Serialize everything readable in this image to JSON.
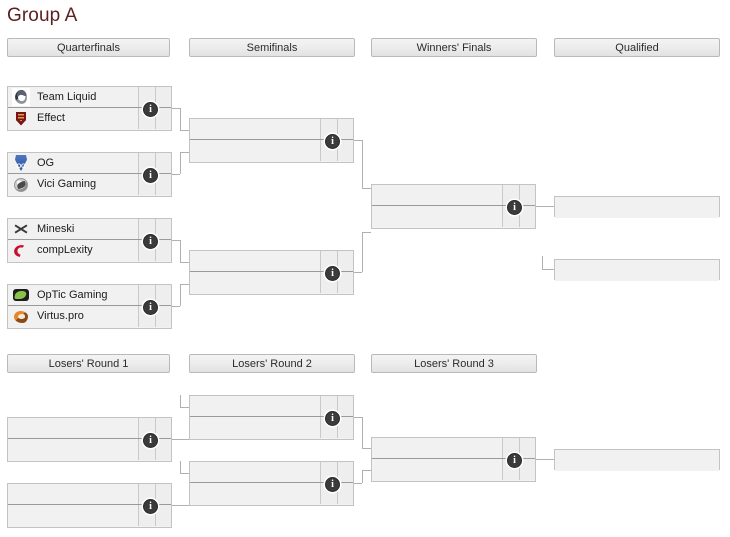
{
  "page": {
    "title": "Group A",
    "title_color": "#5c1f1f"
  },
  "upper_bracket": {
    "headers": [
      {
        "label": "Quarterfinals"
      },
      {
        "label": "Semifinals"
      },
      {
        "label": "Winners' Finals"
      },
      {
        "label": "Qualified"
      }
    ],
    "quarterfinals": [
      {
        "name": "quarterfinal-1",
        "opponents": [
          {
            "team": "Team Liquid",
            "logo": "team-liquid-logo",
            "score": ""
          },
          {
            "team": "Effect",
            "logo": "effect-logo",
            "score": ""
          }
        ]
      },
      {
        "name": "quarterfinal-2",
        "opponents": [
          {
            "team": "OG",
            "logo": "og-logo",
            "score": ""
          },
          {
            "team": "Vici Gaming",
            "logo": "vici-gaming-logo",
            "score": ""
          }
        ]
      },
      {
        "name": "quarterfinal-3",
        "opponents": [
          {
            "team": "Mineski",
            "logo": "mineski-logo",
            "score": ""
          },
          {
            "team": "compLexity",
            "logo": "complexity-logo",
            "score": ""
          }
        ]
      },
      {
        "name": "quarterfinal-4",
        "opponents": [
          {
            "team": "OpTic Gaming",
            "logo": "optic-gaming-logo",
            "score": ""
          },
          {
            "team": "Virtus.pro",
            "logo": "virtus-pro-logo",
            "score": ""
          }
        ]
      }
    ],
    "semifinals": [
      {
        "name": "semifinal-1",
        "opponents": [
          {
            "team": "",
            "logo": "",
            "score": ""
          },
          {
            "team": "",
            "logo": "",
            "score": ""
          }
        ]
      },
      {
        "name": "semifinal-2",
        "opponents": [
          {
            "team": "",
            "logo": "",
            "score": ""
          },
          {
            "team": "",
            "logo": "",
            "score": ""
          }
        ]
      }
    ],
    "winners_finals": [
      {
        "name": "winners-final",
        "opponents": [
          {
            "team": "",
            "logo": "",
            "score": ""
          },
          {
            "team": "",
            "logo": "",
            "score": ""
          }
        ]
      }
    ],
    "qualified": [
      {
        "name": "qualified-slot-1",
        "team": ""
      },
      {
        "name": "qualified-slot-2",
        "team": ""
      }
    ]
  },
  "lower_bracket": {
    "headers": [
      {
        "label": "Losers' Round 1"
      },
      {
        "label": "Losers' Round 2"
      },
      {
        "label": "Losers' Round 3"
      }
    ],
    "losers_round_1": [
      {
        "name": "losers-r1-match-1",
        "opponents": [
          {
            "team": "",
            "logo": "",
            "score": ""
          },
          {
            "team": "",
            "logo": "",
            "score": ""
          }
        ]
      },
      {
        "name": "losers-r1-match-2",
        "opponents": [
          {
            "team": "",
            "logo": "",
            "score": ""
          },
          {
            "team": "",
            "logo": "",
            "score": ""
          }
        ]
      }
    ],
    "losers_round_2": [
      {
        "name": "losers-r2-match-1",
        "opponents": [
          {
            "team": "",
            "logo": "",
            "score": ""
          },
          {
            "team": "",
            "logo": "",
            "score": ""
          }
        ]
      },
      {
        "name": "losers-r2-match-2",
        "opponents": [
          {
            "team": "",
            "logo": "",
            "score": ""
          },
          {
            "team": "",
            "logo": "",
            "score": ""
          }
        ]
      }
    ],
    "losers_round_3": [
      {
        "name": "losers-r3-match-1",
        "opponents": [
          {
            "team": "",
            "logo": "",
            "score": ""
          },
          {
            "team": "",
            "logo": "",
            "score": ""
          }
        ]
      }
    ]
  },
  "icons": {
    "info": "info-icon",
    "info_glyph": "i"
  },
  "colors": {
    "box_border": "#c3c3c3",
    "box_fill": "#f1f1f1",
    "connector": "#b0b0b0",
    "header_border": "#b9b9b9",
    "info_badge": "#3b3b3b"
  }
}
